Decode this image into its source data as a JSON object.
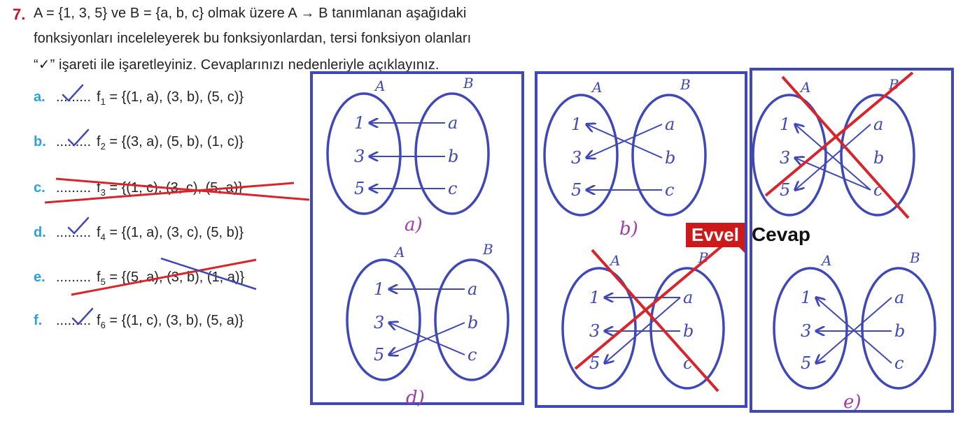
{
  "question": {
    "number": "7.",
    "lines": [
      "A = {1, 3, 5} ve B = {a, b, c} olmak üzere A → B tanımlanan aşağıdaki",
      "fonksiyonları inceleleyerek bu fonksiyonlardan, tersi fonksiyon olanları",
      "“✓” işareti ile işaretleyiniz. Cevaplarınızı nedenleriyle açıklayınız."
    ]
  },
  "options": [
    {
      "letter": "a.",
      "dots": ".........",
      "name": "f",
      "sub": "1",
      "expr": " = {(1, a), (3, b), (5, c)}",
      "mark": "check"
    },
    {
      "letter": "b.",
      "dots": ".........",
      "name": "f",
      "sub": "2",
      "expr": " = {(3, a), (5, b), (1, c)}",
      "mark": "check"
    },
    {
      "letter": "c.",
      "dots": ".........",
      "name": "f",
      "sub": "3",
      "expr": " = {(1, c), (3, c), (5, a)}",
      "mark": "cross"
    },
    {
      "letter": "d.",
      "dots": ".........",
      "name": "f",
      "sub": "4",
      "expr": " = {(1, a), (3, c), (5, b)}",
      "mark": "check"
    },
    {
      "letter": "e.",
      "dots": ".........",
      "name": "f",
      "sub": "5",
      "expr": " = {(5, a), (3, b), (1, a)}",
      "mark": "cross"
    },
    {
      "letter": "f.",
      "dots": ".........",
      "name": "f",
      "sub": "6",
      "expr": " = {(1, c), (3, b), (5, a)}",
      "mark": "check"
    }
  ],
  "diagram_labels": {
    "set_a": "A",
    "set_b": "B",
    "a_elements": [
      "1",
      "3",
      "5"
    ],
    "b_elements": [
      "a",
      "b",
      "c"
    ]
  },
  "panels": [
    {
      "caption": "a)",
      "crossed": false
    },
    {
      "caption": "d)",
      "crossed": false
    },
    {
      "caption": "b)",
      "crossed": false
    },
    {
      "caption": "",
      "crossed": true
    },
    {
      "caption": "",
      "crossed": true
    },
    {
      "caption": "e)",
      "crossed": false
    }
  ],
  "logo": {
    "left": "Evvel",
    "right": "Cevap"
  },
  "colors": {
    "ink": "#3f48b6",
    "red": "#d8242b",
    "accent_blue": "#2aa3d8",
    "number_red": "#c8102e",
    "caption_purple": "#a03ca8"
  }
}
